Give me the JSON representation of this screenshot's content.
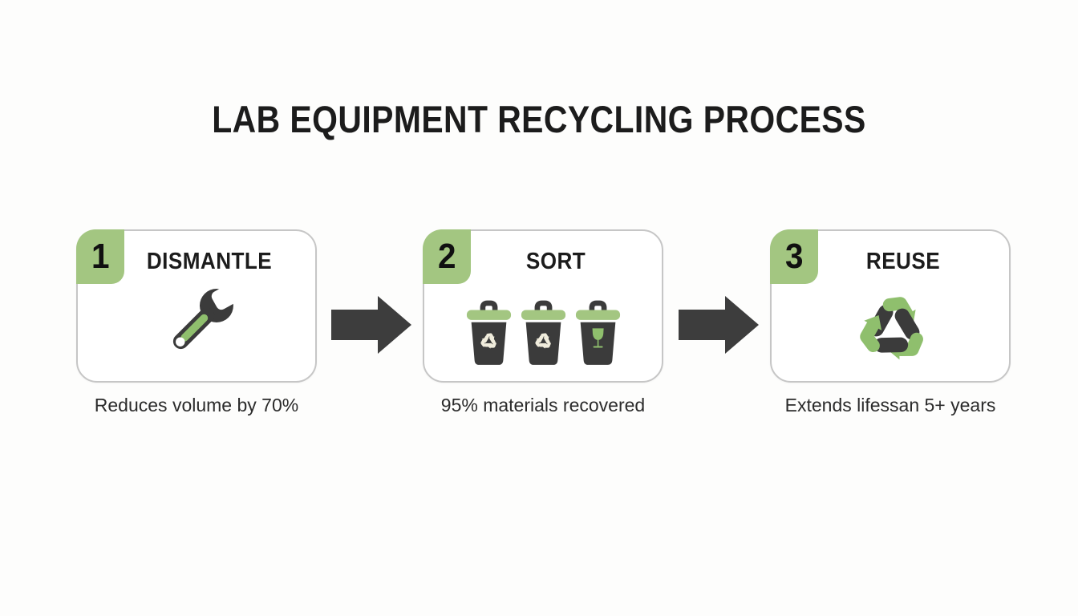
{
  "title": "LAB EQUIPMENT RECYCLING PROCESS",
  "steps": [
    {
      "number": "1",
      "label": "DISMANTLE",
      "caption": "Reduces volume by 70%",
      "icon": "wrench-icon"
    },
    {
      "number": "2",
      "label": "SORT",
      "caption": "95% materials recovered",
      "icon": "sorting-bins-icon"
    },
    {
      "number": "3",
      "label": "REUSE",
      "caption": "Extends lifessan 5+ years",
      "icon": "recycle-arrows-icon"
    }
  ],
  "connectors": [
    {
      "icon": "right-arrow-icon"
    },
    {
      "icon": "right-arrow-icon"
    }
  ],
  "colors": {
    "accent_green": "#a3c681",
    "icon_green": "#8fbf6d",
    "charcoal": "#3b3b3b",
    "card_border": "#c6c6c6",
    "title_text": "#1c1c1c",
    "caption_text": "#2b2b2b",
    "bin_symbol_cream": "#f0ecdc"
  }
}
